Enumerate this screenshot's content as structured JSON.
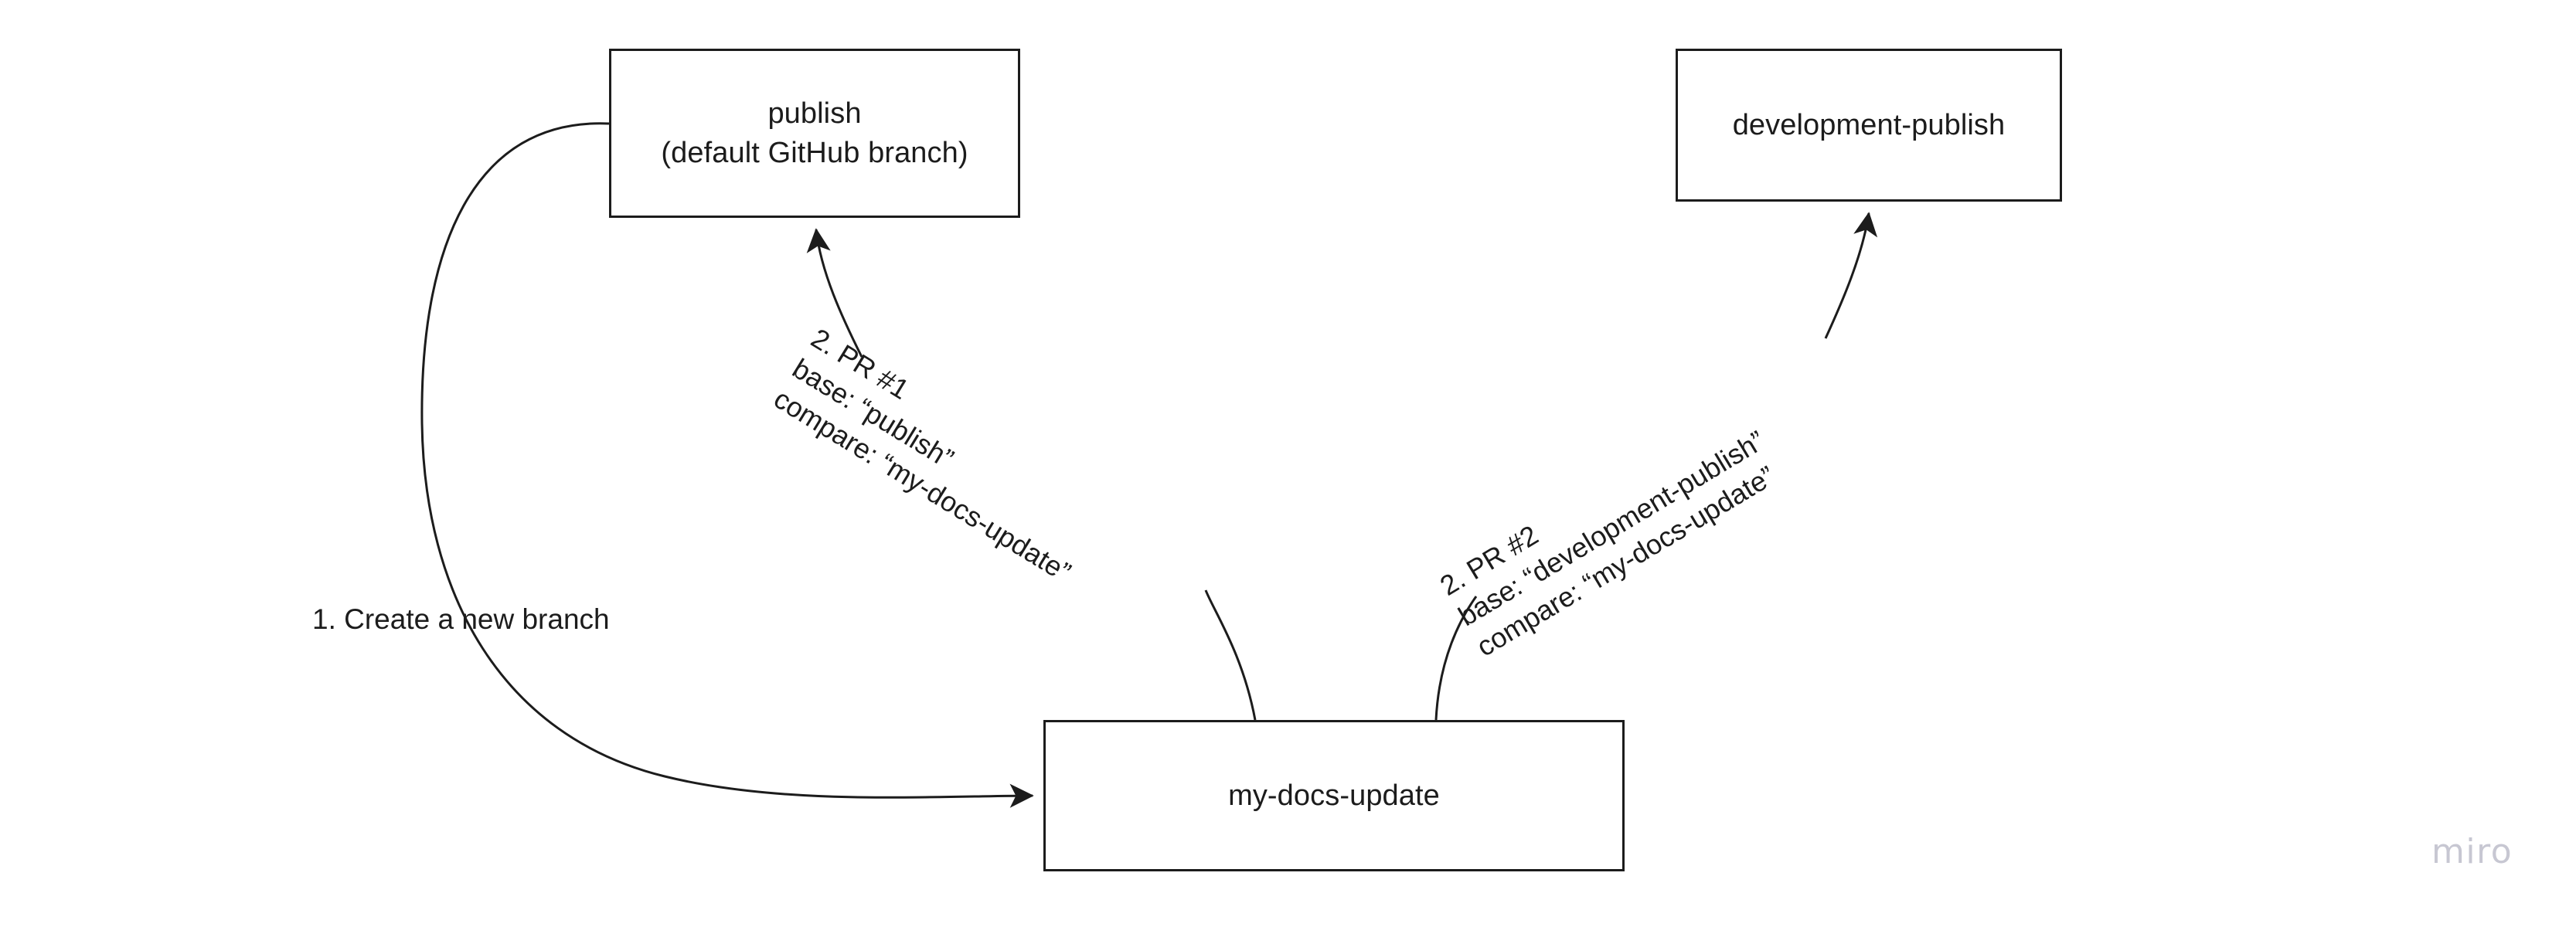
{
  "diagram": {
    "title": "GitHub branch and pull request flow",
    "background_color": "#ffffff",
    "stroke_color": "#1c1c1c",
    "nodes": [
      {
        "id": "publish",
        "label": "publish\n(default GitHub branch)",
        "line1": "publish",
        "line2": "(default GitHub branch)"
      },
      {
        "id": "development-publish",
        "label": "development-publish"
      },
      {
        "id": "my-docs-update",
        "label": "my-docs-update"
      }
    ],
    "edges": [
      {
        "id": "create-branch",
        "label": "1. Create a new branch",
        "from": "publish",
        "to": "my-docs-update"
      },
      {
        "id": "pr-1",
        "label": "2. PR #1\nbase: “publish”\ncompare: “my-docs-update”",
        "line1": "2. PR #1",
        "line2": "base: “publish”",
        "line3": "compare: “my-docs-update”",
        "from": "my-docs-update",
        "to": "publish"
      },
      {
        "id": "pr-2",
        "label": "2. PR #2\nbase: “development-publish”\ncompare: “my-docs-update”",
        "line1": "2. PR #2",
        "line2": "base: “development-publish”",
        "line3": "compare: “my-docs-update”",
        "from": "my-docs-update",
        "to": "development-publish"
      }
    ],
    "watermark": {
      "text": "miro",
      "color": "#c7c7d2"
    }
  }
}
